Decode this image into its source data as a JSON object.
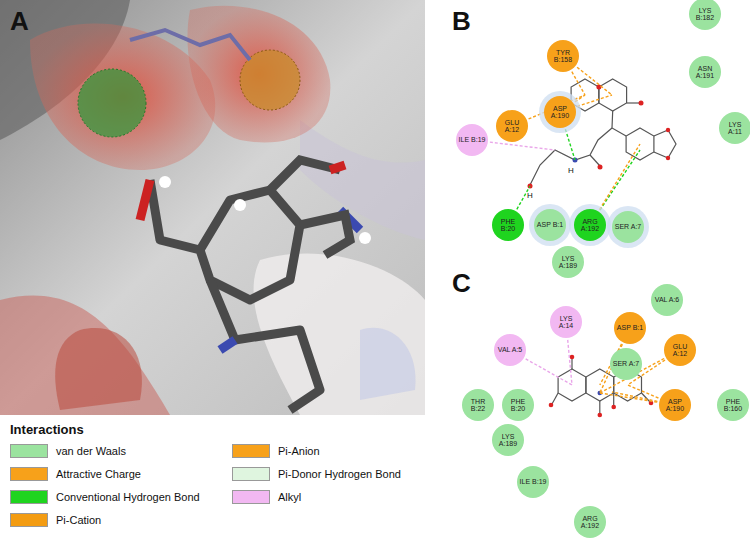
{
  "diagram": {
    "nodes": [
      {
        "text": [
          "LYS B:182"
        ]
      },
      {
        "text": [
          "TYR B:158"
        ]
      },
      {
        "text": [
          "ASN A:191"
        ]
      },
      {
        "text": [
          "GLU A:12"
        ]
      },
      {
        "text": [
          "ASP A:190"
        ]
      },
      {
        "text": [
          "ILE B:19"
        ]
      },
      {
        "text": [
          "LYS A:11"
        ]
      },
      {
        "text": [
          "PHE B:20"
        ]
      },
      {
        "text": [
          "ASP B:1"
        ]
      },
      {
        "text": [
          "ARG A:192"
        ]
      },
      {
        "text": [
          "SER A:7"
        ]
      },
      {
        "text": [
          "LYS A:189"
        ]
      },
      {
        "text": [
          "LYS A:14"
        ]
      },
      {
        "text": [
          "VAL A:6"
        ]
      },
      {
        "text": [
          "ASP B:1"
        ]
      },
      {
        "text": [
          "VAL A:5"
        ]
      },
      {
        "text": [
          "GLU A:12"
        ]
      },
      {
        "text": [
          "SER A:7"
        ]
      },
      {
        "text": [
          "THR B:22"
        ]
      },
      {
        "text": [
          "PHE B:20"
        ]
      },
      {
        "text": [
          "ASP A:190"
        ]
      },
      {
        "text": [
          "PHE B:160"
        ]
      },
      {
        "text": [
          "LYS A:189"
        ]
      },
      {
        "text": [
          "ILE B:19"
        ]
      },
      {
        "text": [
          "ARG A:192"
        ]
      }
    ],
    "labels": [
      "A",
      "B",
      "C",
      "Interactions",
      "H",
      "H"
    ],
    "legend": [
      {
        "text": "van der Waals",
        "color": "#9be39f"
      },
      {
        "text": "Attractive Charge",
        "color": "#f7a11a"
      },
      {
        "text": "Conventional Hydrogen Bond",
        "color": "#1fd41f"
      },
      {
        "text": "Pi-Cation",
        "color": "#f39c12"
      },
      {
        "text": "Pi-Anion",
        "color": "#f7a11a"
      },
      {
        "text": "Pi-Donor Hydrogen Bond",
        "color": "#dff5df"
      },
      {
        "text": "Alkyl",
        "color": "#f2b8f2"
      }
    ]
  }
}
